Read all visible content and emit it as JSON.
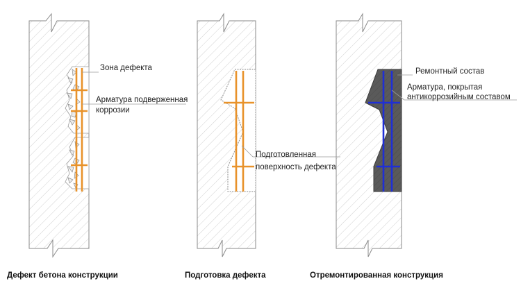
{
  "panels": [
    {
      "caption": "Дефект бетона конструкции",
      "labels": [
        {
          "text": "Зона дефекта"
        },
        {
          "text": "Арматура подверженная"
        },
        {
          "text": "коррозии"
        }
      ]
    },
    {
      "caption": "Подготовка дефекта",
      "labels": [
        {
          "text": "Подготовленная"
        },
        {
          "text": "поверхность дефекта"
        }
      ]
    },
    {
      "caption": "Отремонтированная конструкция",
      "labels": [
        {
          "text": "Ремонтный состав"
        },
        {
          "text": "Арматура, покрытая"
        },
        {
          "text": "антикоррозийным составом"
        }
      ]
    }
  ],
  "colors": {
    "rebar_corroded": "#e8922a",
    "rebar_coated": "#1f2fd6",
    "repair_mortar": "#5a5a5a",
    "hatch": "#bdbdbd",
    "outline": "#8a8a8a"
  }
}
